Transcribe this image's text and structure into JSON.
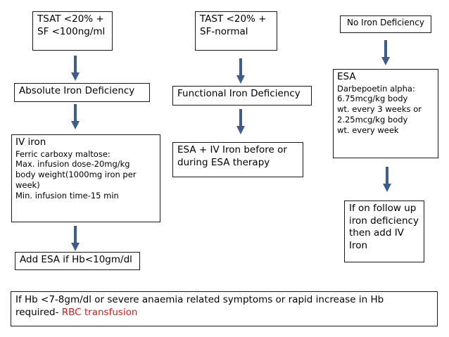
{
  "col1": {
    "box1": {
      "lines": [
        "TSAT <20% +",
        "SF <100ng/ml"
      ]
    },
    "box2": {
      "text": "Absolute Iron Deficiency"
    },
    "box3": {
      "title": "IV iron",
      "lines": [
        "Ferric carboxy maltose:",
        "Max. infusion dose-20mg/kg",
        "body weight(1000mg iron per",
        "week)",
        "Min. infusion time-15 min"
      ]
    },
    "box4": {
      "text": "Add ESA if Hb<10gm/dl"
    }
  },
  "col2": {
    "box1": {
      "lines": [
        "TAST <20% +",
        "SF-normal"
      ]
    },
    "box2": {
      "text": "Functional Iron Deficiency"
    },
    "box3": {
      "lines": [
        "ESA + IV Iron before or",
        "during ESA therapy"
      ]
    }
  },
  "col3": {
    "box1": {
      "text": "No Iron Deficiency"
    },
    "box2": {
      "title": "ESA",
      "lines": [
        "Darbepoetin alpha:",
        "6.75mcg/kg body",
        "wt. every 3 weeks or",
        "2.25mcg/kg body",
        "wt. every week"
      ]
    },
    "box3": {
      "lines": [
        "If on follow up",
        "iron deficiency",
        "then add IV",
        "Iron"
      ]
    }
  },
  "bottom": {
    "line1": "If Hb <7-8gm/dl or severe anaemia related symptoms or rapid increase in Hb",
    "line2_prefix": "required- ",
    "line2_highlight": "RBC transfusion"
  },
  "colors": {
    "arrow": "#3f5d8c",
    "highlight": "#e0191b",
    "border": "#1a1a1a"
  }
}
